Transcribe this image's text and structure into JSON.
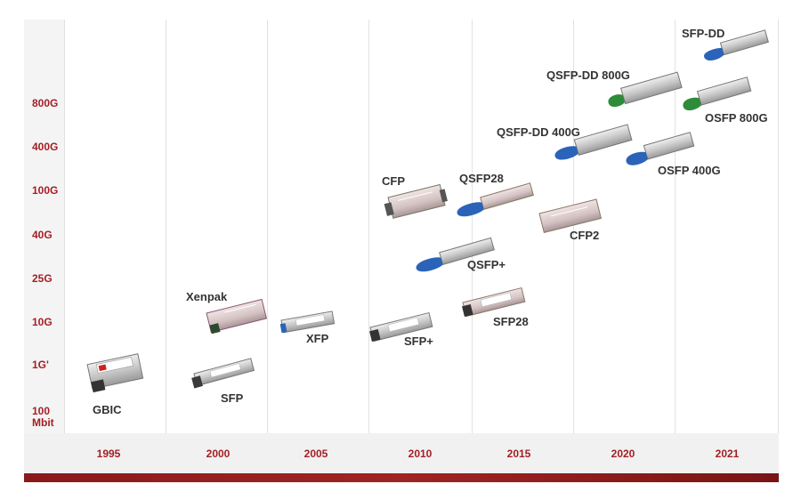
{
  "speeds": [
    "800G",
    "400G",
    "100G",
    "40G",
    "25G",
    "10G",
    "1G'",
    "100\nMbit"
  ],
  "years": [
    "1995",
    "2000",
    "2005",
    "2010",
    "2015",
    "2020",
    "2021"
  ],
  "products": {
    "gbic": "GBIC",
    "xenpak": "Xenpak",
    "sfp": "SFP",
    "xfp": "XFP",
    "sfp_plus": "SFP+",
    "cfp": "CFP",
    "qsfp_plus": "QSFP+",
    "qsfp28": "QSFP28",
    "sfp28": "SFP28",
    "cfp2": "CFP2",
    "qsfp_dd_400g": "QSFP-DD 400G",
    "qsfp_dd_800g": "QSFP-DD 800G",
    "osfp_400g": "OSFP 400G",
    "sfp_dd": "SFP-DD",
    "osfp_800g": "OSFP 800G"
  },
  "colors": {
    "accent": "#a31f24",
    "label": "#333333",
    "pull_tab_blue": "#2a63b8",
    "pull_tab_green": "#2e8b3a"
  }
}
